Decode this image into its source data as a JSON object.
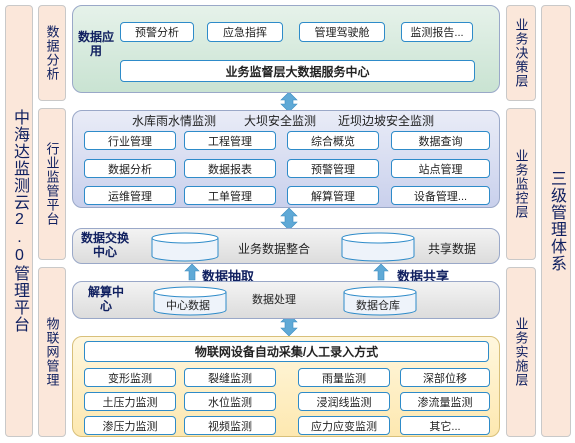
{
  "outer_left": "中海达监测云2.0管理平台",
  "outer_right": "三级管理体系",
  "left_labels": [
    "数据分析",
    "行业监管平台",
    "物联网管理"
  ],
  "right_labels": [
    "业务决策层",
    "业务监控层",
    "业务实施层"
  ],
  "data_app": {
    "title": "数据应用",
    "chips": [
      "预警分析",
      "应急指挥",
      "管理驾驶舱",
      "监测报告..."
    ],
    "bar": "业务监督层大数据服务中心"
  },
  "industry": {
    "headers": [
      "水库雨水情监测",
      "大坝安全监测",
      "近坝边坡安全监测"
    ],
    "rows": [
      [
        "行业管理",
        "工程管理",
        "综合概览",
        "数据查询"
      ],
      [
        "数据分析",
        "数据报表",
        "预警管理",
        "站点管理"
      ],
      [
        "运维管理",
        "工单管理",
        "解算管理",
        "设备管理..."
      ]
    ]
  },
  "exchange": {
    "title": "数据交换中心",
    "integration": "业务数据整合",
    "shared": "共享数据"
  },
  "flow": {
    "extract": "数据抽取",
    "share": "数据共享"
  },
  "compute": {
    "title": "解算中心",
    "center_data": "中心数据",
    "processing": "数据处理",
    "warehouse": "数据仓库"
  },
  "iot": {
    "bar": "物联网设备自动采集/人工录入方式",
    "rows": [
      [
        "变形监测",
        "裂缝监测",
        "雨量监测",
        "深部位移"
      ],
      [
        "土压力监测",
        "水位监测",
        "浸润线监测",
        "渗流量监测"
      ],
      [
        "渗压力监测",
        "视频监测",
        "应力应变监测",
        "其它..."
      ]
    ]
  },
  "colors": {
    "chip_border": "#2e8bc9",
    "label_text": "#102060",
    "side_fill": "#fbe7da",
    "arrow": "#5fa9d6"
  }
}
